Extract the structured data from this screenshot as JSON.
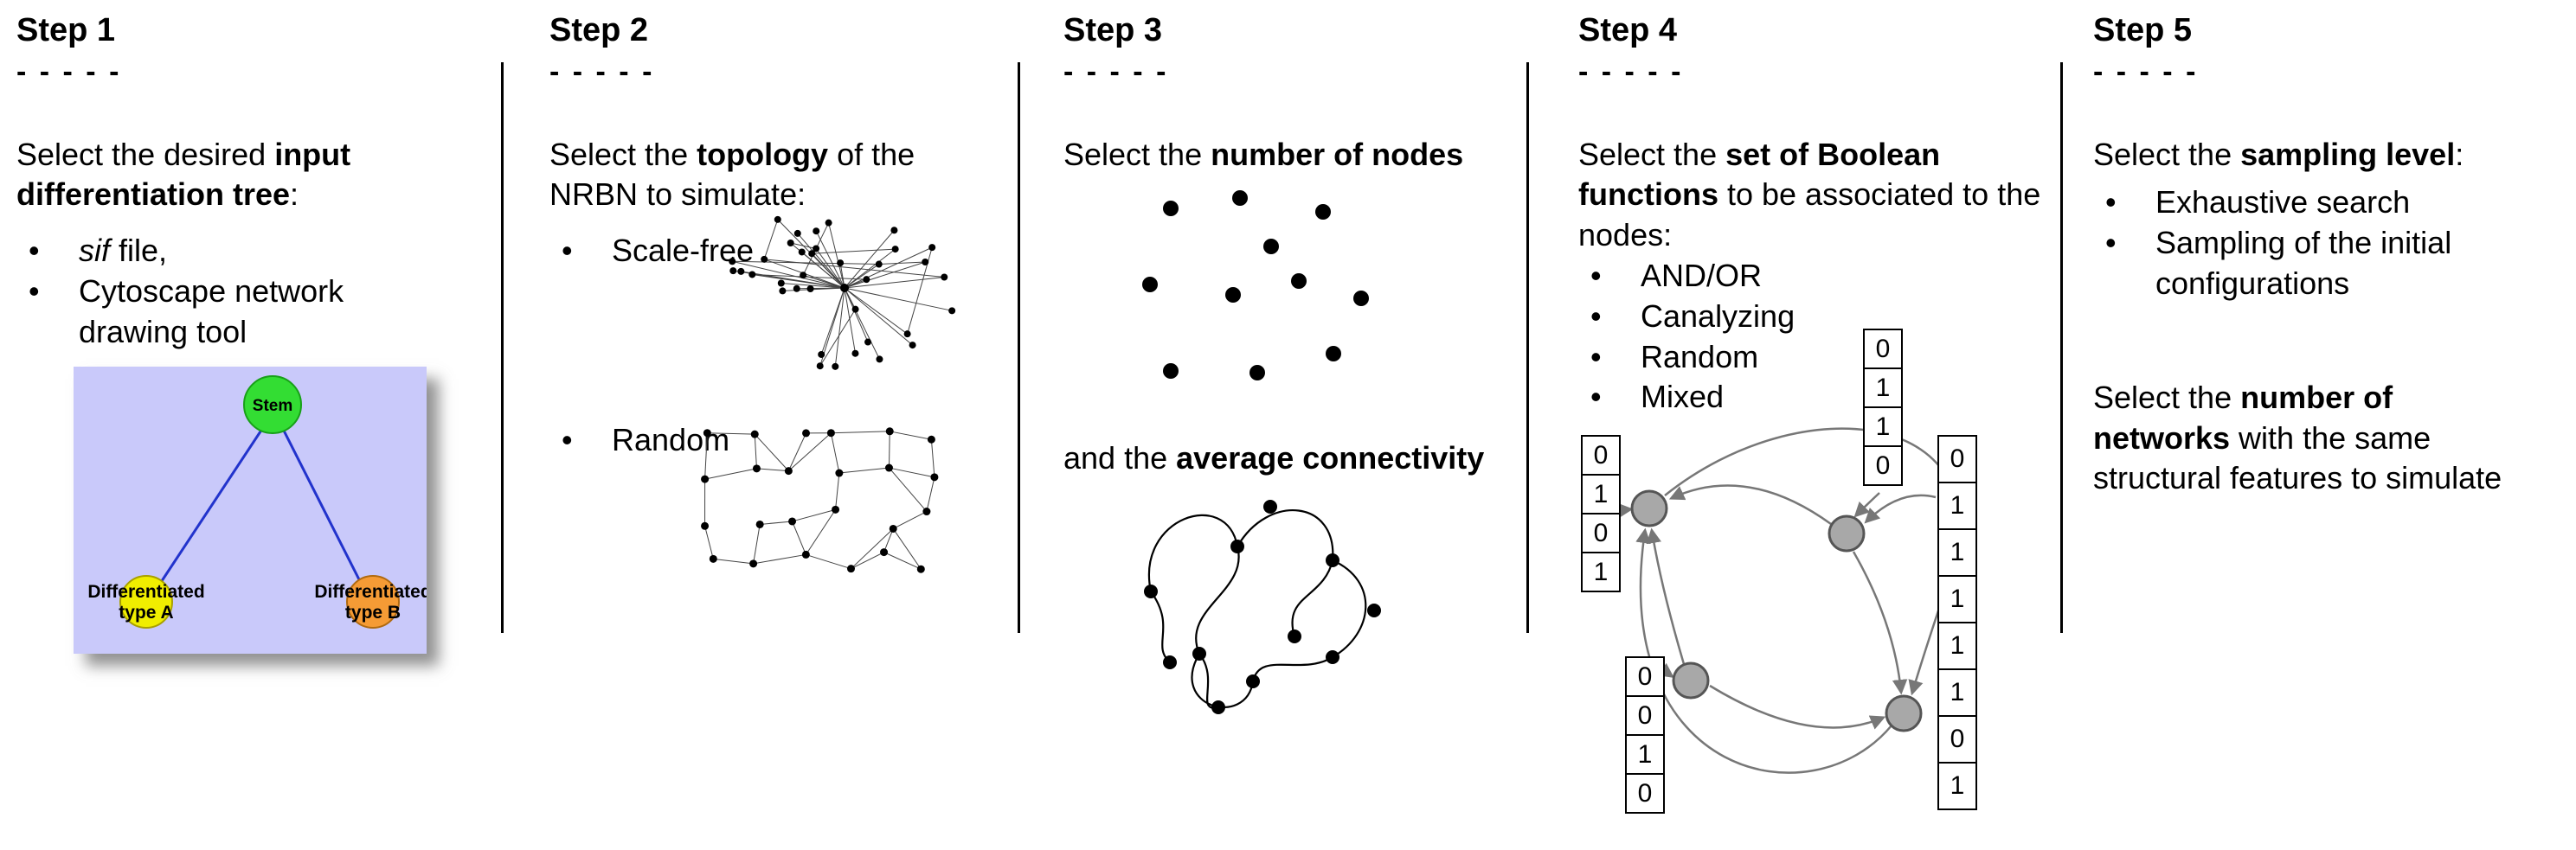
{
  "steps": [
    {
      "heading": "Step 1",
      "dashes": "- - - - -",
      "intro": {
        "pre": "Select the desired ",
        "bold": "input differentiation tree",
        "post": ":"
      },
      "bullets": [
        {
          "italic": "sif",
          "text": " file,"
        },
        {
          "text": "Cytoscape network drawing tool"
        }
      ],
      "tree": {
        "root_label": "Stem",
        "left_label_line1": "Differentiated",
        "left_label_line2": "type A",
        "right_label_line1": "Differentiated",
        "right_label_line2": "type B",
        "colors": {
          "background": "#c9c9fa",
          "root": "#33dd33",
          "left": "#f0ee00",
          "right": "#f59b35",
          "edge": "#2233cc"
        }
      }
    },
    {
      "heading": "Step 2",
      "dashes": "- - - - -",
      "intro": {
        "pre": "Select the ",
        "bold": "topology",
        "post": " of the NRBN to simulate:"
      },
      "bullets": [
        {
          "text": "Scale-free"
        },
        {
          "text": "Random"
        }
      ]
    },
    {
      "heading": "Step 3",
      "dashes": "- - - - -",
      "intro": {
        "pre": "Select the ",
        "bold": "number of nodes",
        "post": ""
      },
      "second": {
        "pre": "and the ",
        "bold": "average connectivity",
        "post": ""
      }
    },
    {
      "heading": "Step 4",
      "dashes": "- - - - -",
      "intro": {
        "pre": "Select the ",
        "bold": "set of Boolean functions",
        "post": " to be associated to the nodes:"
      },
      "bullets": [
        {
          "text": "AND/OR"
        },
        {
          "text": "Canalyzing"
        },
        {
          "text": "Random"
        },
        {
          "text": "Mixed"
        }
      ],
      "truth_tables": {
        "left": [
          "0",
          "1",
          "0",
          "1"
        ],
        "top": [
          "0",
          "1",
          "1",
          "0"
        ],
        "bottom": [
          "0",
          "0",
          "1",
          "0"
        ],
        "right": [
          "0",
          "1",
          "1",
          "1",
          "1",
          "1",
          "0",
          "1"
        ]
      }
    },
    {
      "heading": "Step 5",
      "dashes": "- - - - -",
      "intro": {
        "pre": "Select the ",
        "bold": "sampling level",
        "post": ":"
      },
      "bullets": [
        {
          "text": "Exhaustive search"
        },
        {
          "text": "Sampling of the initial configurations"
        }
      ],
      "para2_lines": [
        [
          {
            "t": "Select the "
          },
          {
            "t": "number of",
            "b": true
          }
        ],
        [
          {
            "t": "networks",
            "b": true
          },
          {
            "t": " with the same"
          }
        ],
        [
          {
            "t": "structural features to simulate"
          }
        ]
      ]
    }
  ]
}
